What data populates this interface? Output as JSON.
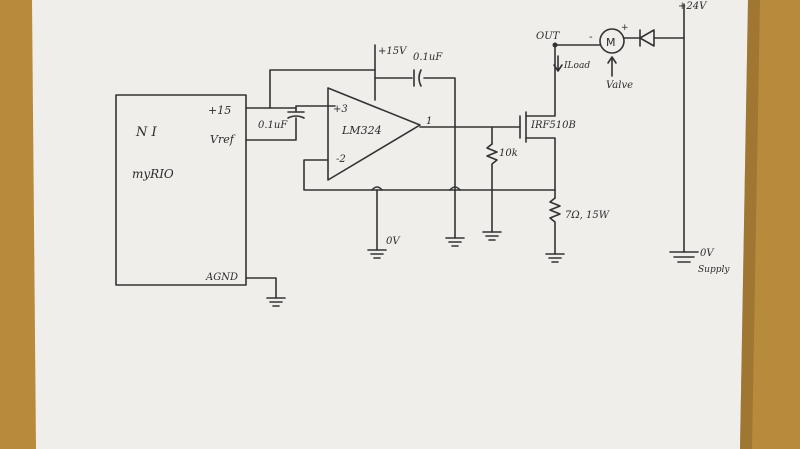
{
  "labels": {
    "ni": "N I",
    "myrio": "myRIO",
    "pin15": "+15",
    "vref": "Vref",
    "agnd": "AGND",
    "cap1": "0.1uF",
    "plus15v": "+15V",
    "cap2": "0.1uF",
    "pin3": "+3",
    "opamp": "LM324",
    "pin2": "-2",
    "pin1": "1",
    "zero_v": "0V",
    "mosfet": "IRF510B",
    "r10k": "10k",
    "r7": "7Ω, 15W",
    "out": "OUT",
    "iload": "ILoad",
    "minus": "-",
    "plus": "+",
    "motor": "M",
    "valve": "Valve",
    "plus24v": "+24V",
    "supply_0v": "0V",
    "supply": "Supply"
  }
}
